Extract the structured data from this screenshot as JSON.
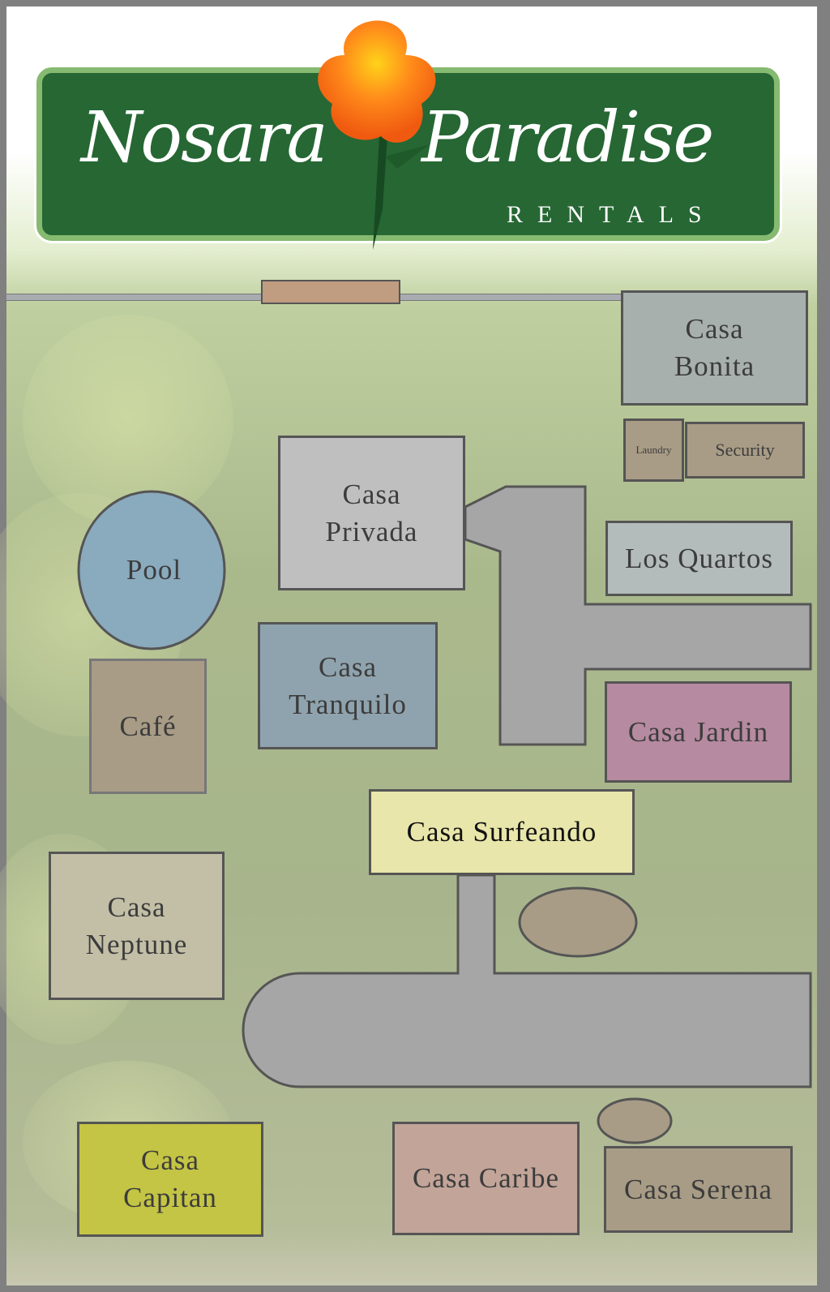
{
  "logo": {
    "name_line1": "Nosara",
    "name_line2": "Paradise",
    "subtitle": "RENTALS"
  },
  "map": {
    "buildings": {
      "casa_bonita": "Casa Bonita",
      "laundry": "Laundry",
      "security": "Security",
      "casa_privada": "Casa Privada",
      "pool": "Pool",
      "los_quartos": "Los Quartos",
      "casa_tranquilo": "Casa Tranquilo",
      "cafe": "Café",
      "casa_jardin": "Casa Jardin",
      "casa_surfeando": "Casa Surfeando",
      "casa_neptune": "Casa Neptune",
      "casa_capitan": "Casa Capitan",
      "casa_caribe": "Casa Caribe",
      "casa_serena": "Casa Serena"
    },
    "colors": {
      "logo_green": "#266734",
      "path_gray": "#a6a6a6",
      "pool_blue": "#8aaabd",
      "text": "#3c3c3c"
    }
  }
}
